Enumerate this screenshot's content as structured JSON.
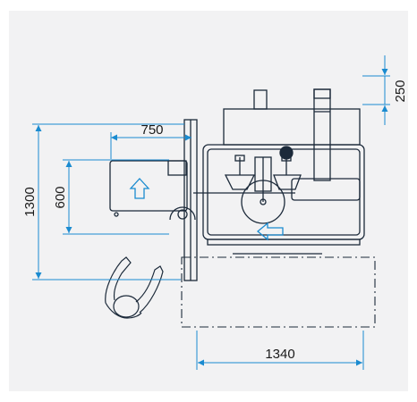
{
  "dimensions": {
    "top_clearance": "250",
    "depth_total": "1300",
    "extension_width": "750",
    "extension_depth": "600",
    "overall_width": "1340"
  },
  "colors": {
    "background": "#f2f2f3",
    "machine_line": "#1c2a3a",
    "dimension_line": "#1a8bd0",
    "dimension_text": "#1a1a1a",
    "arrow_icon": "#1a8bd0"
  },
  "icons": {
    "feed_arrow_up": "arrow-up-outline-icon",
    "feed_arrow_left": "arrow-left-outline-icon",
    "operator": "operator-figure-icon"
  }
}
